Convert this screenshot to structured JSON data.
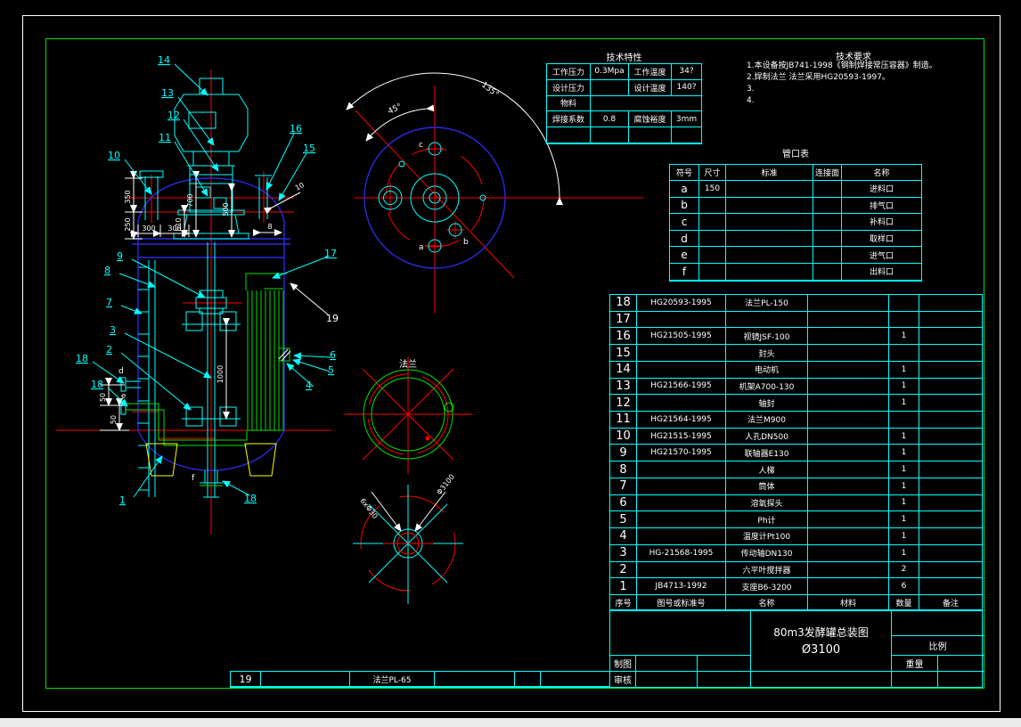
{
  "colors": {
    "cyan": "#00ffff",
    "blue": "#2a2ae0",
    "green": "#00e000",
    "red": "#ff0000",
    "yellow": "#ffff00",
    "white": "#ffffff",
    "background": "#000000"
  },
  "tech_requirements": {
    "title": "技术要求",
    "lines": [
      "1.本设备按JB741-1998《钢制焊接常压容器》制造。",
      "2.焊制法兰 法兰采用HG20593-1997。",
      "3.",
      "4."
    ]
  },
  "tech_specs": {
    "title": "技术特性",
    "work_pressure_label": "工作压力",
    "work_pressure": "0.3Mpa",
    "work_temp_label": "工作温度",
    "work_temp": "34?",
    "design_pressure_label": "设计压力",
    "design_pressure": "",
    "design_temp_label": "设计温度",
    "design_temp": "140?",
    "material_label": "物料",
    "material": "",
    "weld_coef_label": "焊接系数",
    "weld_coef": "0.8",
    "corrosion_label": "腐蚀裕度",
    "corrosion": "3mm"
  },
  "nozzle_table": {
    "title": "管口表",
    "headers": [
      "符号",
      "尺寸",
      "标准",
      "连接面",
      "名称"
    ],
    "rows": [
      [
        "a",
        "150",
        "",
        "",
        "进料口"
      ],
      [
        "b",
        "",
        "",
        "",
        "排气口"
      ],
      [
        "c",
        "",
        "",
        "",
        "补料口"
      ],
      [
        "d",
        "",
        "",
        "",
        "取样口"
      ],
      [
        "e",
        "",
        "",
        "",
        "进气口"
      ],
      [
        "f",
        "",
        "",
        "",
        "出料口"
      ]
    ]
  },
  "bom": {
    "headers": [
      "序号",
      "图号或标准号",
      "名称",
      "材料",
      "数量",
      "备注"
    ],
    "rows": [
      [
        "18",
        "HG20593-1995",
        "法兰PL-150",
        "",
        "",
        ""
      ],
      [
        "17",
        "",
        "",
        "",
        "",
        ""
      ],
      [
        "16",
        "HG21505-1995",
        "视镜JSF-100",
        "",
        "1",
        ""
      ],
      [
        "15",
        "",
        "封头",
        "",
        "",
        ""
      ],
      [
        "14",
        "",
        "电动机",
        "",
        "1",
        ""
      ],
      [
        "13",
        "HG21566-1995",
        "机架A700-130",
        "",
        "1",
        ""
      ],
      [
        "12",
        "",
        "轴封",
        "",
        "1",
        ""
      ],
      [
        "11",
        "HG21564-1995",
        "法兰M900",
        "",
        "",
        ""
      ],
      [
        "10",
        "HG21515-1995",
        "人孔DN500",
        "",
        "1",
        ""
      ],
      [
        "9",
        "HG21570-1995",
        "联轴器E130",
        "",
        "1",
        ""
      ],
      [
        "8",
        "",
        "人梯",
        "",
        "1",
        ""
      ],
      [
        "7",
        "",
        "筒体",
        "",
        "1",
        ""
      ],
      [
        "6",
        "",
        "溶氧探头",
        "",
        "1",
        ""
      ],
      [
        "5",
        "",
        "Ph计",
        "",
        "1",
        ""
      ],
      [
        "4",
        "",
        "温度计Pt100",
        "",
        "1",
        ""
      ],
      [
        "3",
        "HG-21568-1995",
        "传动轴DN130",
        "",
        "1",
        ""
      ],
      [
        "2",
        "",
        "六平叶搅拌器",
        "",
        "2",
        ""
      ],
      [
        "1",
        "JB4713-1992",
        "支座B6-3200",
        "",
        "6",
        ""
      ]
    ]
  },
  "strip_row": [
    "19",
    "",
    "法兰PL-65",
    "",
    "",
    ""
  ],
  "title_block": {
    "title": "80m3发酵罐总装图",
    "diameter": "Ø3100",
    "scale_label": "比例",
    "weight_label": "重量",
    "draft_label": "制图",
    "review_label": "审核"
  },
  "callouts": {
    "n1": "1",
    "n2": "2",
    "n3": "3",
    "n4": "4",
    "n5": "5",
    "n6": "6",
    "n7": "7",
    "n8": "8",
    "n9": "9",
    "n10": "10",
    "n11": "11",
    "n12": "12",
    "n13": "13",
    "n14": "14",
    "n15": "15",
    "n16": "16",
    "n17": "17",
    "n18": "18",
    "n19": "19"
  },
  "dims": {
    "d350": "350",
    "d250": "250",
    "d700": "700",
    "d500": "500",
    "d510": "510",
    "d300a": "300",
    "d300b": "300",
    "d8": "8",
    "d1000": "1000",
    "d50a": "50",
    "d50b": "50",
    "d45": "45°",
    "d135": "135°",
    "weld10": "10"
  },
  "view_labels": {
    "flange": "法兰",
    "support_left": "6xΦ30",
    "support_right": "Φ3100",
    "letters": {
      "a": "a",
      "b": "b",
      "c": "c",
      "d": "d",
      "e": "e",
      "f": "f"
    }
  }
}
